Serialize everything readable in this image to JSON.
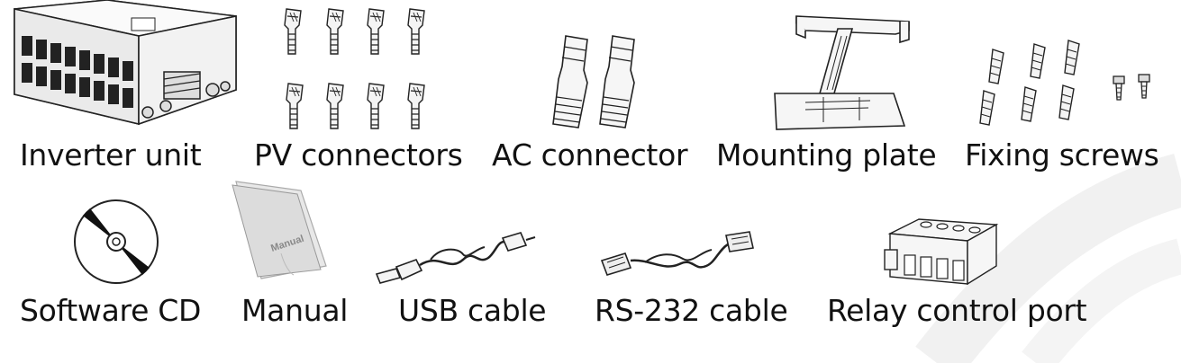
{
  "accessories": [
    {
      "id": "inverter",
      "label": "Inverter unit",
      "icon": "inverter-icon"
    },
    {
      "id": "pv",
      "label": "PV connectors",
      "icon": "pv-connector-icon"
    },
    {
      "id": "ac",
      "label": "AC connector",
      "icon": "ac-connector-icon"
    },
    {
      "id": "mount",
      "label": "Mounting plate",
      "icon": "mounting-plate-icon"
    },
    {
      "id": "screws",
      "label": "Fixing screws",
      "icon": "screw-icon"
    },
    {
      "id": "cd",
      "label": "Software CD",
      "icon": "cd-icon"
    },
    {
      "id": "manual",
      "label": "Manual",
      "icon": "manual-icon",
      "cover_text": "Manual"
    },
    {
      "id": "usb",
      "label": "USB cable",
      "icon": "usb-cable-icon"
    },
    {
      "id": "rs232",
      "label": "RS-232 cable",
      "icon": "rs232-cable-icon"
    },
    {
      "id": "relay",
      "label": "Relay control port",
      "icon": "relay-port-icon"
    }
  ],
  "colors": {
    "text": "#111111",
    "line": "#222222",
    "fill_light": "#f4f4f4",
    "background_curve": "#f2f2f2"
  }
}
